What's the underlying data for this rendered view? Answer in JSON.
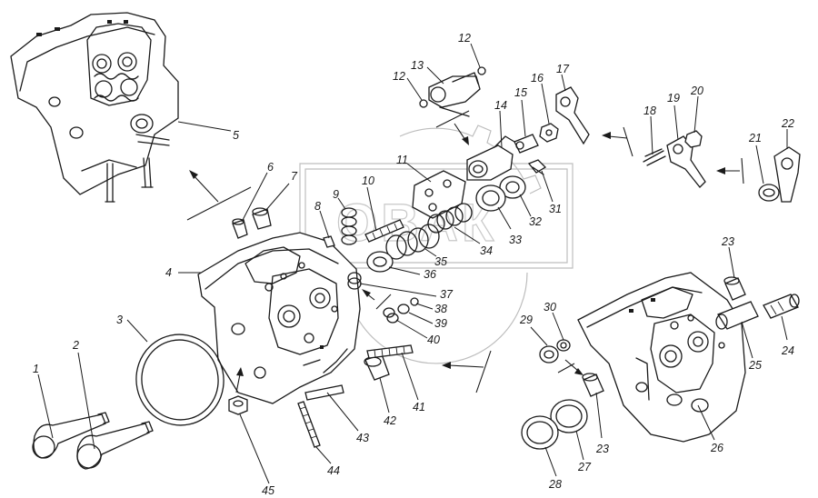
{
  "diagram": {
    "logo_text": "OBAK",
    "callouts": [
      "1",
      "2",
      "3",
      "4",
      "5",
      "6",
      "7",
      "8",
      "9",
      "10",
      "11",
      "12",
      "12",
      "13",
      "14",
      "15",
      "16",
      "17",
      "18",
      "19",
      "20",
      "21",
      "22",
      "23",
      "23",
      "24",
      "25",
      "26",
      "27",
      "28",
      "29",
      "30",
      "31",
      "32",
      "33",
      "34",
      "35",
      "36",
      "37",
      "38",
      "39",
      "40",
      "41",
      "42",
      "43",
      "44",
      "45"
    ]
  }
}
